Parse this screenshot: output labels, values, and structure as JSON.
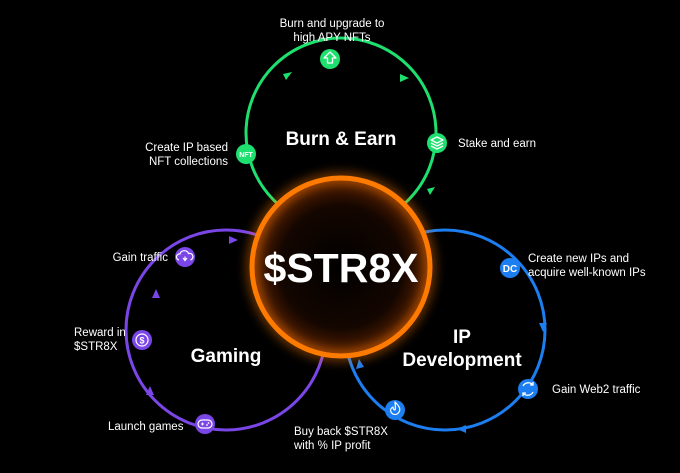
{
  "center": {
    "label": "$STR8X"
  },
  "cycles": {
    "burn_earn": {
      "title": "Burn & Earn",
      "color": "#1ee06e",
      "steps": [
        {
          "label": "Burn and upgrade to\nhigh APY NFTs",
          "icon": "upload-arrow-icon"
        },
        {
          "label": "Stake and earn",
          "icon": "stack-layers-icon"
        },
        {
          "label": "Create IP based\nNFT collections",
          "icon": "nft-badge-icon",
          "icon_text": "NFT"
        }
      ]
    },
    "gaming": {
      "title": "Gaming",
      "color": "#7b46e8",
      "steps": [
        {
          "label": "Gain traffic",
          "icon": "cloud-sync-icon"
        },
        {
          "label": "Reward in\n$STR8X",
          "icon": "dollar-coin-icon"
        },
        {
          "label": "Launch games",
          "icon": "gamepad-icon"
        }
      ]
    },
    "ip_development": {
      "title": "IP\nDevelopment",
      "color": "#1c7ef0",
      "steps": [
        {
          "label": "Create new IPs and\nacquire well-known IPs",
          "icon": "dc-logo-icon",
          "icon_text": "DC"
        },
        {
          "label": "Gain Web2 traffic",
          "icon": "sync-arrows-icon"
        },
        {
          "label": "Buy back $STR8X\nwith % IP profit",
          "icon": "flame-icon"
        }
      ]
    }
  },
  "center_glow_color": "#ff7a00"
}
